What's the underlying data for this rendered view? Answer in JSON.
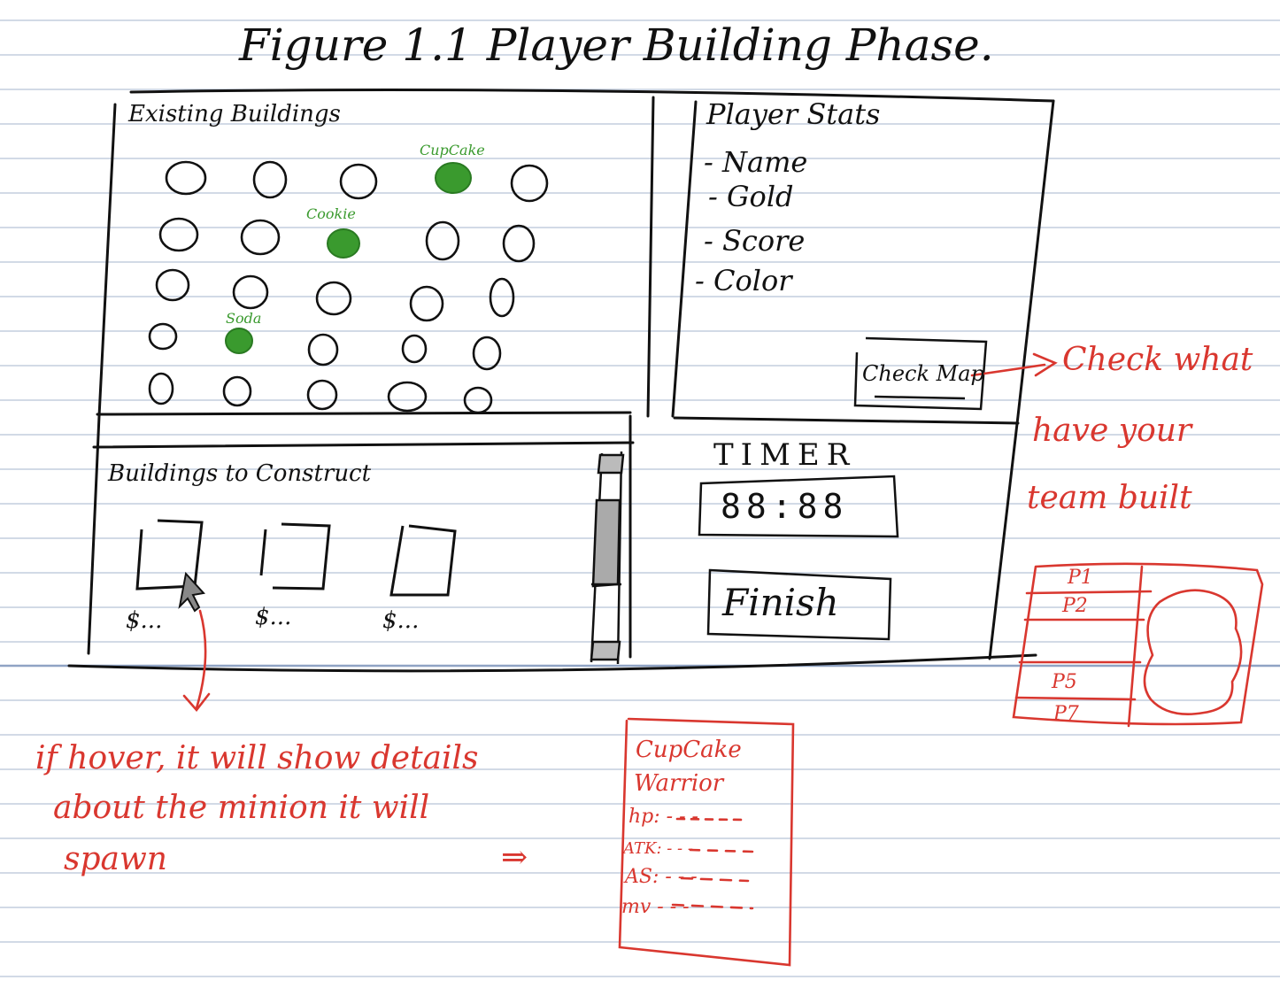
{
  "title": "Figure 1.1  Player Building Phase.",
  "existing_buildings": {
    "heading": "Existing Buildings",
    "labels": [
      "CupCake",
      "Cookie",
      "Soda"
    ]
  },
  "player_stats": {
    "heading": "Player Stats",
    "items": [
      "- Name",
      "- Gold",
      "- Score",
      "- Color"
    ],
    "check_map_label": "Check Map"
  },
  "construct": {
    "heading": "Buildings to Construct",
    "prices": [
      "$...",
      "$...",
      "$..."
    ]
  },
  "timer": {
    "label": "TIMER",
    "digits": "88:88",
    "finish_label": "Finish"
  },
  "annotations": {
    "check_map_note": [
      "Check what",
      "have your",
      "team built"
    ],
    "map_players": [
      "P1",
      "P2",
      "P5",
      "P7"
    ],
    "hover_note": [
      "if hover, it will show details",
      "about the minion it will",
      "spawn"
    ],
    "arrow": "⇒",
    "detail_card": [
      "CupCake",
      "Warrior",
      "hp: - - -",
      "ATK: - - -",
      "AS: - - -",
      "mv - - -"
    ]
  },
  "colors": {
    "ink": "#111111",
    "annotation": "#d9372f",
    "built_building": "#3a9a2e",
    "notebook_rule": "#b8c4d6"
  }
}
